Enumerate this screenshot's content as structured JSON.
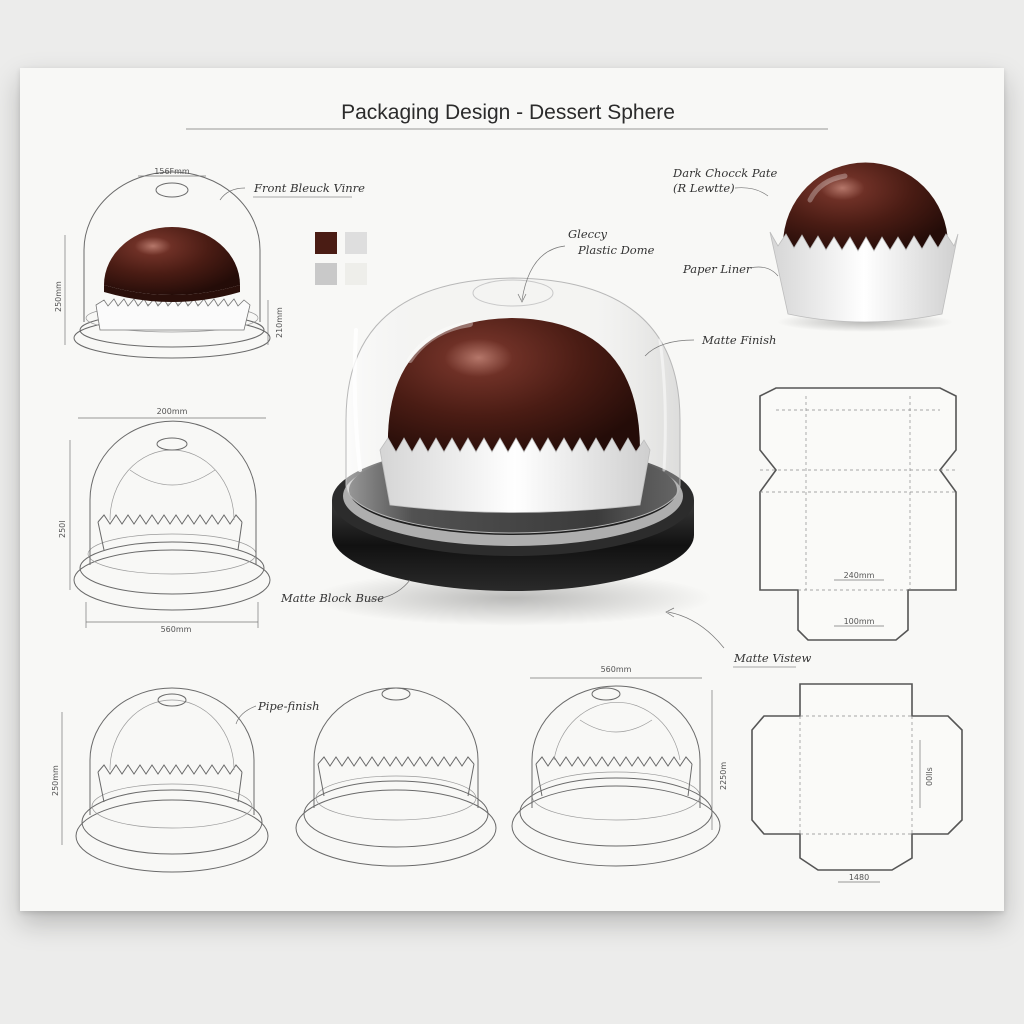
{
  "title": "Packaging Design - Dessert Sphere",
  "annotations": {
    "front_view": "Front Bleuck Vinre",
    "glossy_dome_1": "Gleccy",
    "glossy_dome_2": "Plastic Dome",
    "dark_choc_1": "Dark Chocck Pate",
    "dark_choc_2": "(R Lewtte)",
    "paper_liner": "Paper Liner",
    "matte_finish": "Matte Finish",
    "matte_black_base": "Matte Block Buse",
    "matte_view": "Matte Vistew",
    "pipe_finish": "Pipe-finish"
  },
  "dimensions": {
    "d1_width": "156Fmm",
    "d1_height": "250mm",
    "d1_inner": "210mm",
    "d2_width": "200mm",
    "d2_height": "250l",
    "d2_base": "560mm",
    "d3_height": "250mm",
    "d5_width": "560mm",
    "d5_height": "2250m",
    "net1_a": "240mm",
    "net1_b": "100mm",
    "net2_side": "00lls",
    "net2_bottom": "1480"
  },
  "colors": {
    "swatches": [
      "#4a1c14",
      "#dedede",
      "#c9c9c9",
      "#eeeeea"
    ],
    "chocolate": "#4a1c14",
    "base": "#1e1e1e",
    "paper": "#f8f8f6"
  }
}
